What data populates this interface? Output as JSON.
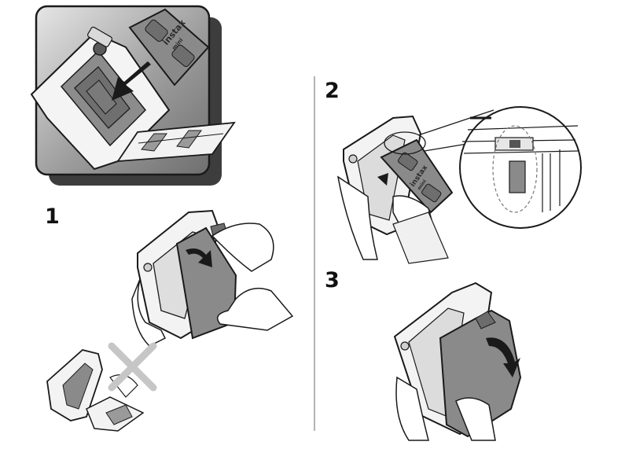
{
  "steps": {
    "one": "1",
    "two": "2",
    "three": "3"
  },
  "pack_logo": {
    "brand": "instax",
    "sub": "mini"
  },
  "colors": {
    "line": "#1a1a1a",
    "pack_fill": "#8a8a8a",
    "pack_dark": "#6c6c6c",
    "panel_bg": "#bdbdbd",
    "panel_shadow": "#4a4a4a",
    "warning_cross": "#c6c6c6",
    "divider": "#9a9a9a"
  },
  "icons": [
    "arrow-icon",
    "x-mark-icon",
    "magnifier-icon",
    "camera-icon",
    "film-pack-icon"
  ]
}
